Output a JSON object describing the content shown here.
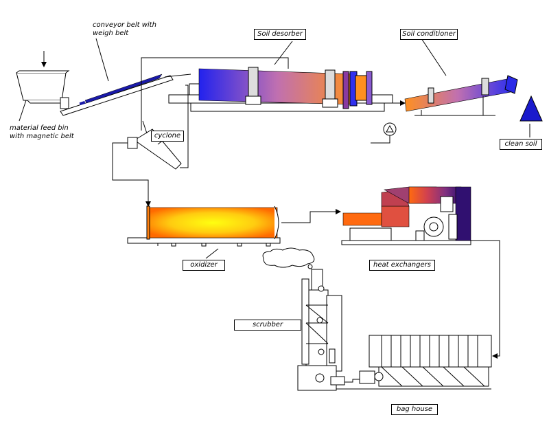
{
  "labels": {
    "conveyor": "conveyor belt with\nweigh belt",
    "feed_bin": "material feed bin\nwith magnetic belt",
    "soil_desorber": "Soil desorber",
    "soil_conditioner": "Soil conditioner",
    "cyclone": "cyclone",
    "clean_soil": "clean soil",
    "oxidizer": "oxidizer",
    "heat_exchangers": "heat exchangers",
    "scrubber": "scrubber",
    "bag_house": "bag house"
  },
  "colors": {
    "drum_start": "#2222ee",
    "drum_mid": "#d080a0",
    "drum_end": "#ff9020",
    "oxidizer_edge": "#ff6a00",
    "oxidizer_center": "#ffff10",
    "duct_start": "#ff6a10",
    "duct_end": "#301070",
    "clean_soil": "#1a1acc",
    "conveyor_belt": "#1a1aaa"
  },
  "icons": [
    "pump-icon",
    "smoke-cloud-icon",
    "feed-arrow-icon"
  ]
}
